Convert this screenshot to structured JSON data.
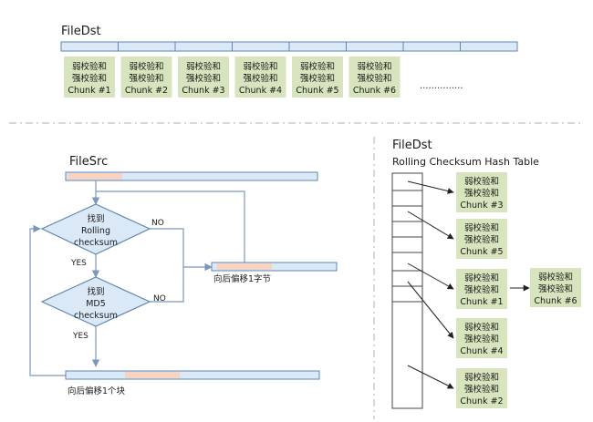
{
  "top": {
    "title": "FileDst",
    "chunks": [
      {
        "weak": "弱校验和",
        "strong": "强校验和",
        "label": "Chunk #1"
      },
      {
        "weak": "弱校验和",
        "strong": "强校验和",
        "label": "Chunk #2"
      },
      {
        "weak": "弱校验和",
        "strong": "强校验和",
        "label": "Chunk #3"
      },
      {
        "weak": "弱校验和",
        "strong": "强校验和",
        "label": "Chunk #4"
      },
      {
        "weak": "弱校验和",
        "strong": "强校验和",
        "label": "Chunk #5"
      },
      {
        "weak": "弱校验和",
        "strong": "强校验和",
        "label": "Chunk #6"
      }
    ],
    "ellipsis": "……………"
  },
  "left": {
    "title": "FileSrc",
    "d1": {
      "line1": "找到",
      "line2": "Rolling",
      "line3": "checksum"
    },
    "d2": {
      "line1": "找到",
      "line2": "MD5",
      "line3": "checksum"
    },
    "yes1": "YES",
    "no1": "NO",
    "yes2": "YES",
    "no2": "NO",
    "shift_byte": "向后偏移1字节",
    "shift_block": "向后偏移1个块"
  },
  "right": {
    "title": "FileDst",
    "subtitle": "Rolling Checksum Hash Table",
    "entries": [
      {
        "weak": "弱校验和",
        "strong": "强校验和",
        "label": "Chunk #3"
      },
      {
        "weak": "弱校验和",
        "strong": "强校验和",
        "label": "Chunk #5"
      },
      {
        "weak": "弱校验和",
        "strong": "强校验和",
        "label": "Chunk #1"
      },
      {
        "weak": "弱校验和",
        "strong": "强校验和",
        "label": "Chunk #4"
      },
      {
        "weak": "弱校验和",
        "strong": "强校验和",
        "label": "Chunk #2"
      }
    ],
    "chain": {
      "weak": "弱校验和",
      "strong": "强校验和",
      "label": "Chunk #6"
    }
  },
  "colors": {
    "bar_fill": "#dbe9f6",
    "bar_stroke": "#5f86b3",
    "chunk_fill": "#d7e4bd",
    "highlight": "#f8d3c0",
    "diamond_fill": "#dbe9f6",
    "line": "#7e97b8",
    "divider": "#b0b0b0"
  }
}
